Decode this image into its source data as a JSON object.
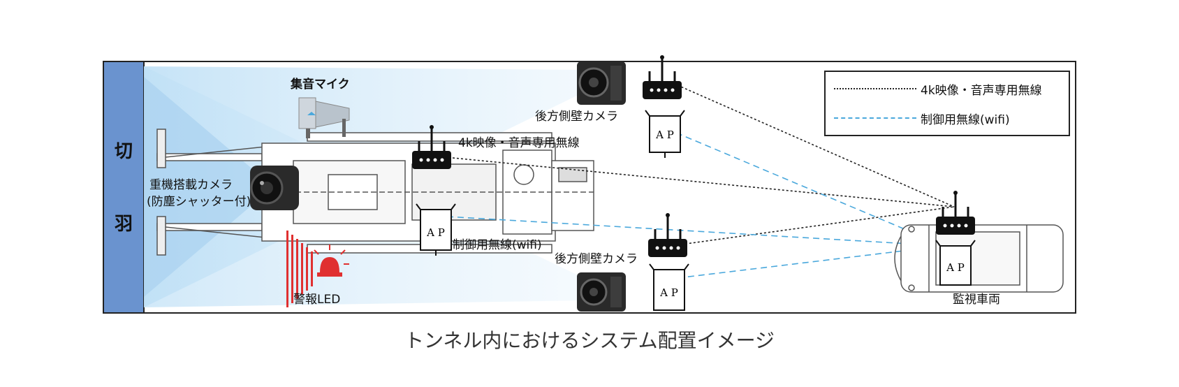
{
  "face": {
    "chars": [
      "切",
      "羽"
    ],
    "color": "#6a93cf"
  },
  "labels": {
    "mic": "集音マイク",
    "vehicle_camera_line1": "重機搭載カメラ",
    "vehicle_camera_line2": "(防塵シャッター付)",
    "alarm_led": "警報LED",
    "wireless_4k": "4k映像・音声専用無線",
    "wifi": "制御用無線(wifi)",
    "rear_camera_top": "後方側壁カメラ",
    "rear_camera_bottom": "後方側壁カメラ",
    "monitor_vehicle": "監視車両",
    "ap": "A P"
  },
  "legend": {
    "items": [
      {
        "text": "4k映像・音声専用無線",
        "style": "dotted",
        "color": "#222222"
      },
      {
        "text": "制御用無線(wifi)",
        "style": "dashed",
        "color": "#4aa8dc"
      }
    ]
  },
  "caption": "トンネル内におけるシステム配置イメージ",
  "colors": {
    "beam": "#cfe6f7",
    "led": "#e03030",
    "wifi_line": "#4aa8dc",
    "radio_line": "#222222"
  }
}
